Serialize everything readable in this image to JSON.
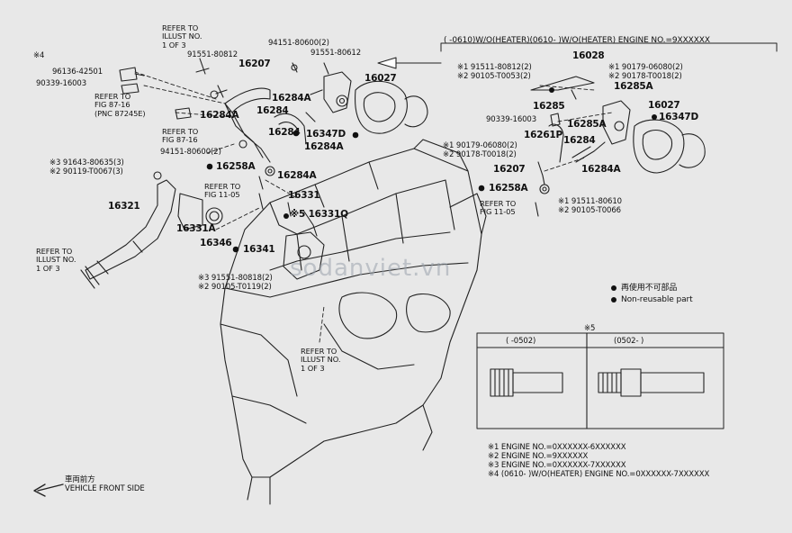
{
  "labels": {
    "note4_mark": "※4",
    "p96136": "96136-42501",
    "p90339a": "90339-16003",
    "refer_fig87a": "REFER TO\nFIG 87-16\n(PNC 87245E)",
    "refer_fig87b": "REFER TO\nFIG 87-16",
    "p94151a": "94151-80600(2)",
    "refer_illust_top": "REFER TO\nILLUST NO.\n1 OF 3",
    "p91551a": "91551-80812",
    "p16207a": "16207",
    "p16284A_a": "16284A",
    "p16284_a": "16284",
    "p16284A_b": "16284A",
    "p94151b": "94151-80600(2)",
    "p91551b": "91551-80612",
    "p16027a": "16027",
    "p16347D_a": "16347D",
    "p16284_b": "16284",
    "p16284A_c": "16284A",
    "p16258A_a": "16258A",
    "p16284A_d": "16284A",
    "refer_fig11a": "REFER TO\nFIG 11-05",
    "p16331": "16331",
    "p16331Q": "※5 16331Q",
    "p16341": "16341",
    "p391551": "※3 91551-80818(2)",
    "p290105a": "※2 90105-T0119(2)",
    "p391643": "※3 91643-80635(3)",
    "p290119": "※2 90119-T0067(3)",
    "p16321": "16321",
    "p16331A": "16331A",
    "p16346": "16346",
    "refer_illust_left": "REFER TO\nILLUST NO.\n1 OF 3",
    "refer_illust_bottom": "REFER TO\nILLUST NO.\n1 OF 3",
    "front_jp": "車両前方",
    "front_en": "VEHICLE FRONT SIDE",
    "watermark": "sodanviet.vn"
  },
  "inset": {
    "header": "(     -0610)W/O(HEATER)(0610-       )W/O(HEATER) ENGINE NO.=9XXXXXX",
    "p16028": "16028",
    "p191511a": "※1 91511-80812(2)",
    "p290105b": "※2 90105-T0053(2)",
    "p190179a": "※1 90179-06080(2)",
    "p290178a": "※2 90178-T0018(2)",
    "p16285A_a": "16285A",
    "p16285": "16285",
    "p16027b": "16027",
    "p16347D_b": "16347D",
    "p90339b": "90339-16003",
    "p16285A_b": "16285A",
    "p16261P": "16261P",
    "p190179b": "※1 90179-06080(2)",
    "p290178b": "※2 90178-T0018(2)",
    "p16284_c": "16284",
    "p16207b": "16207",
    "p16284A_e": "16284A",
    "p16258A_b": "16258A",
    "p191511b": "※1 91511-80610",
    "p290105c": "※2 90105-T0066",
    "refer_fig11b": "REFER TO\nFIG 11-05"
  },
  "legend": {
    "jp": "再使用不可部品",
    "en": "Non-reusable part"
  },
  "table": {
    "title": "※5",
    "col1": "(      -0502)",
    "col2": "(0502-        )"
  },
  "notes": [
    "※1 ENGINE NO.=0XXXXXX-6XXXXXX",
    "※2 ENGINE NO.=9XXXXXX",
    "※3 ENGINE NO.=0XXXXXX-7XXXXXX",
    "※4 (0610-      )W/O(HEATER) ENGINE NO.=0XXXXXX-7XXXXXX"
  ],
  "colors": {
    "background": "#e8e8e8",
    "ink": "#111111",
    "watermark": "#9aa3ad"
  }
}
